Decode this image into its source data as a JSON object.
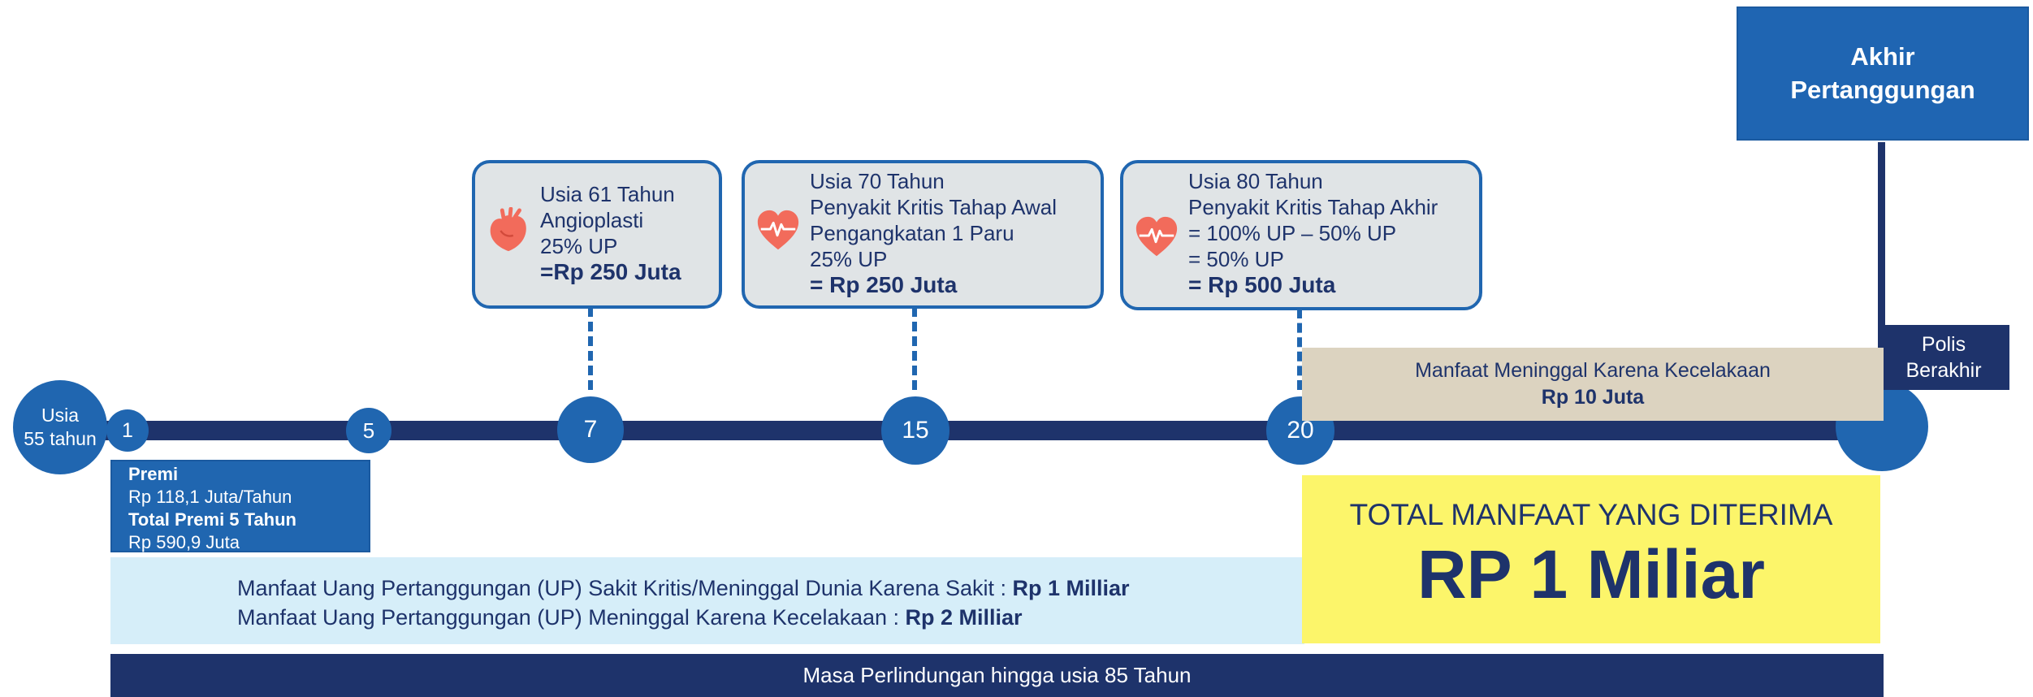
{
  "end_box": {
    "line1": "Akhir",
    "line2": "Pertanggungan"
  },
  "polis": {
    "line1": "Polis",
    "line2": "Berakhir"
  },
  "start": {
    "line1": "Usia",
    "line2": "55 tahun"
  },
  "markers": [
    "1",
    "5",
    "7",
    "15",
    "20"
  ],
  "events": [
    {
      "icon": "heart-organ-icon",
      "lines": [
        "Usia 61 Tahun",
        "Angioplasti",
        "25% UP"
      ],
      "total": "=Rp 250 Juta"
    },
    {
      "icon": "heart-pulse-icon",
      "lines": [
        "Usia 70 Tahun",
        "Penyakit Kritis Tahap Awal",
        "Pengangkatan 1 Paru",
        "25% UP"
      ],
      "total": "= Rp 250 Juta"
    },
    {
      "icon": "heart-pulse-icon",
      "lines": [
        "Usia 80 Tahun",
        "Penyakit Kritis Tahap Akhir",
        "= 100% UP – 50% UP",
        "= 50% UP"
      ],
      "total": "= Rp 500 Juta"
    }
  ],
  "premi": {
    "label": "Premi",
    "value": "Rp 118,1 Juta/Tahun",
    "total_label": "Total  Premi 5 Tahun",
    "total_value": "Rp 590,9 Juta"
  },
  "benefits": {
    "line1_text": "Manfaat Uang Pertanggungan (UP) Sakit Kritis/Meninggal Dunia Karena Sakit : ",
    "line1_value": "Rp 1 Milliar",
    "line2_text": "Manfaat Uang Pertanggungan (UP) Meninggal Karena Kecelakaan : ",
    "line2_value": "Rp 2 Milliar"
  },
  "accident": {
    "label": "Manfaat Meninggal Karena Kecelakaan",
    "value": "Rp 10 Juta"
  },
  "total": {
    "label": "TOTAL MANFAAT YANG DITERIMA",
    "value": "RP 1 Miliar"
  },
  "protection": "Masa Perlindungan hingga usia 85 Tahun",
  "colors": {
    "navy": "#1e336b",
    "blue": "#2066b0",
    "yellow": "#fcf56a",
    "light_blue": "#d6eef9",
    "beige": "#dcd3c0",
    "heart": "#f26b5b"
  }
}
